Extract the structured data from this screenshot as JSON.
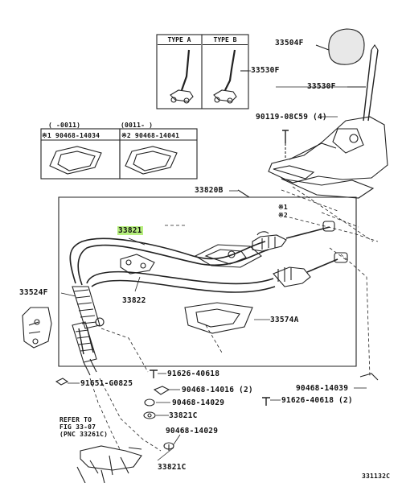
{
  "parts": {
    "shift_knob": "33504F",
    "shift_lever_assy": "33530F",
    "lever_sub": "33530F",
    "bolt_top": "90119-08C59 (4)",
    "cable_assy": "33820B",
    "cable_select": "33821",
    "cable_shift": "33822",
    "bracket_left": "33524F",
    "retainer": "33574A",
    "screw_left": "91651-G0825",
    "screw_1": "91626-40618",
    "clip_1": "90468-14016 (2)",
    "clip_2": "90468-14029",
    "washer_1": "33821C",
    "clip_3": "90468-14029",
    "washer_2": "33821C",
    "clamp_right": "90468-14039",
    "screw_right": "91626-40618 (2)"
  },
  "type_box": {
    "type_a": "TYPE A",
    "type_b": "TYPE B"
  },
  "clamp_box": {
    "range_1": "( -0011)",
    "range_2": "(0011- )",
    "part_1": "※1 90468-14034",
    "part_2": "※2 90468-14041"
  },
  "markers": {
    "m1": "※1",
    "m2": "※2"
  },
  "refer_note": {
    "line1": "REFER TO",
    "line2": "FIG 33-07",
    "line3": "(PNC 33261C)"
  },
  "diagram_code": "331132C"
}
